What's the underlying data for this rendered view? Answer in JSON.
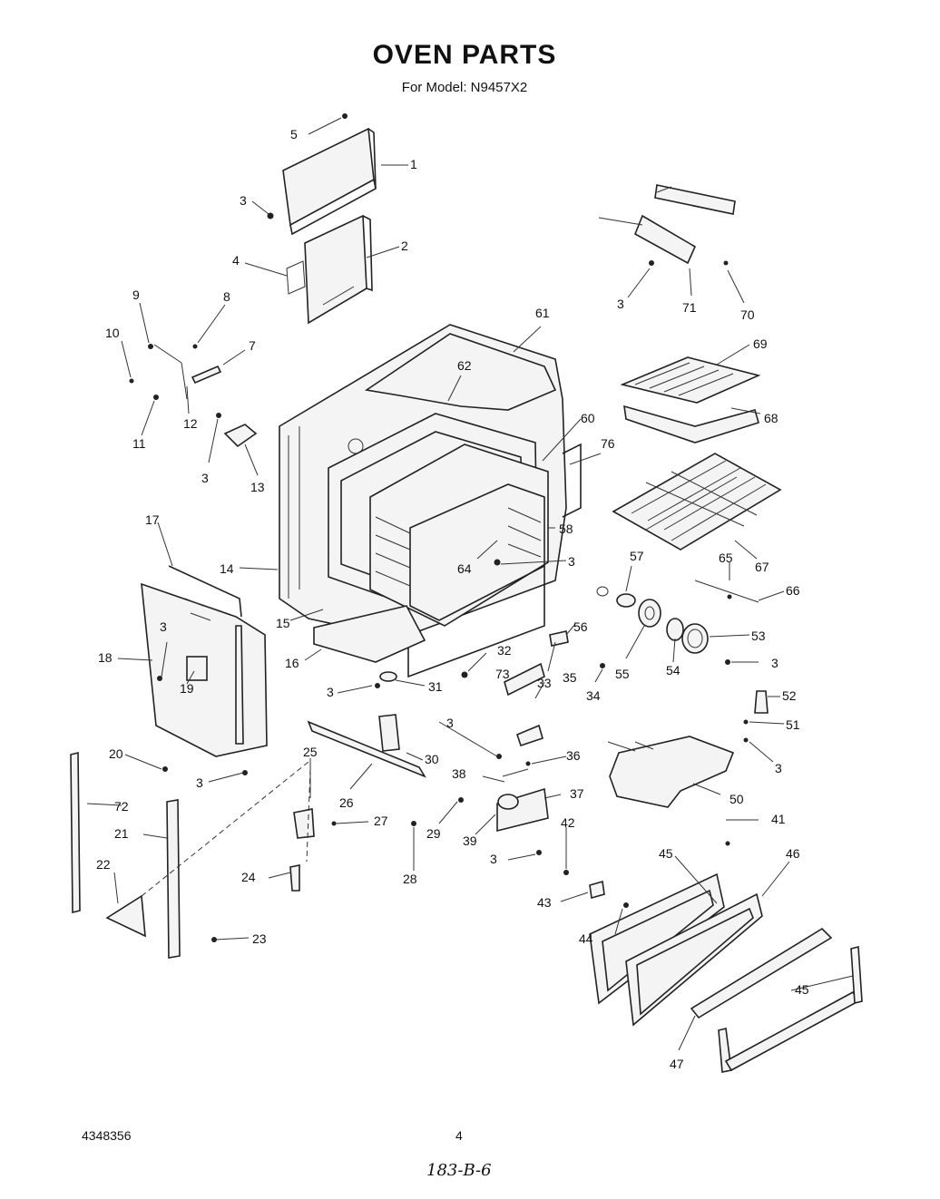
{
  "title": "OVEN PARTS",
  "subtitle": "For Model: N9457X2",
  "footer": {
    "doc_number": "4348356",
    "page_number": "4",
    "handwritten_note": "183-B-6"
  },
  "callouts": [
    {
      "id": "c5",
      "label": "5"
    },
    {
      "id": "c1",
      "label": "1"
    },
    {
      "id": "c3a",
      "label": "3"
    },
    {
      "id": "c2",
      "label": "2"
    },
    {
      "id": "c4",
      "label": "4"
    },
    {
      "id": "c9",
      "label": "9"
    },
    {
      "id": "c8",
      "label": "8"
    },
    {
      "id": "c10",
      "label": "10"
    },
    {
      "id": "c7",
      "label": "7"
    },
    {
      "id": "c11",
      "label": "11"
    },
    {
      "id": "c12",
      "label": "12"
    },
    {
      "id": "c3b",
      "label": "3"
    },
    {
      "id": "c13",
      "label": "13"
    },
    {
      "id": "c61",
      "label": "61"
    },
    {
      "id": "c62",
      "label": "62"
    },
    {
      "id": "c60",
      "label": "60"
    },
    {
      "id": "c76",
      "label": "76"
    },
    {
      "id": "c3c",
      "label": "3"
    },
    {
      "id": "c71",
      "label": "71"
    },
    {
      "id": "c70",
      "label": "70"
    },
    {
      "id": "c69",
      "label": "69"
    },
    {
      "id": "c68",
      "label": "68"
    },
    {
      "id": "c17",
      "label": "17"
    },
    {
      "id": "c14",
      "label": "14"
    },
    {
      "id": "c58",
      "label": "58"
    },
    {
      "id": "c64",
      "label": "64"
    },
    {
      "id": "c3d",
      "label": "3"
    },
    {
      "id": "c65",
      "label": "65"
    },
    {
      "id": "c67",
      "label": "67"
    },
    {
      "id": "c57",
      "label": "57"
    },
    {
      "id": "c66",
      "label": "66"
    },
    {
      "id": "c15",
      "label": "15"
    },
    {
      "id": "c3e",
      "label": "3"
    },
    {
      "id": "c18",
      "label": "18"
    },
    {
      "id": "c16",
      "label": "16"
    },
    {
      "id": "c56",
      "label": "56"
    },
    {
      "id": "c53",
      "label": "53"
    },
    {
      "id": "c32",
      "label": "32"
    },
    {
      "id": "c73",
      "label": "73"
    },
    {
      "id": "c3f",
      "label": "3"
    },
    {
      "id": "c19",
      "label": "19"
    },
    {
      "id": "c3g",
      "label": "3"
    },
    {
      "id": "c31",
      "label": "31"
    },
    {
      "id": "c33",
      "label": "33"
    },
    {
      "id": "c55",
      "label": "55"
    },
    {
      "id": "c35",
      "label": "35"
    },
    {
      "id": "c54",
      "label": "54"
    },
    {
      "id": "c52",
      "label": "52"
    },
    {
      "id": "c34",
      "label": "34"
    },
    {
      "id": "c3h",
      "label": "3"
    },
    {
      "id": "c51",
      "label": "51"
    },
    {
      "id": "c25",
      "label": "25"
    },
    {
      "id": "c20",
      "label": "20"
    },
    {
      "id": "c30",
      "label": "30"
    },
    {
      "id": "c36",
      "label": "36"
    },
    {
      "id": "c3i",
      "label": "3"
    },
    {
      "id": "c3j",
      "label": "3"
    },
    {
      "id": "c38",
      "label": "38"
    },
    {
      "id": "c26",
      "label": "26"
    },
    {
      "id": "c37",
      "label": "37"
    },
    {
      "id": "c50",
      "label": "50"
    },
    {
      "id": "c72",
      "label": "72"
    },
    {
      "id": "c27",
      "label": "27"
    },
    {
      "id": "c29",
      "label": "29"
    },
    {
      "id": "c42",
      "label": "42"
    },
    {
      "id": "c41",
      "label": "41"
    },
    {
      "id": "c21",
      "label": "21"
    },
    {
      "id": "c39",
      "label": "39"
    },
    {
      "id": "c45a",
      "label": "45"
    },
    {
      "id": "c46",
      "label": "46"
    },
    {
      "id": "c3k",
      "label": "3"
    },
    {
      "id": "c22",
      "label": "22"
    },
    {
      "id": "c24",
      "label": "24"
    },
    {
      "id": "c28",
      "label": "28"
    },
    {
      "id": "c43",
      "label": "43"
    },
    {
      "id": "c44",
      "label": "44"
    },
    {
      "id": "c23",
      "label": "23"
    },
    {
      "id": "c45b",
      "label": "45"
    },
    {
      "id": "c47",
      "label": "47"
    }
  ]
}
